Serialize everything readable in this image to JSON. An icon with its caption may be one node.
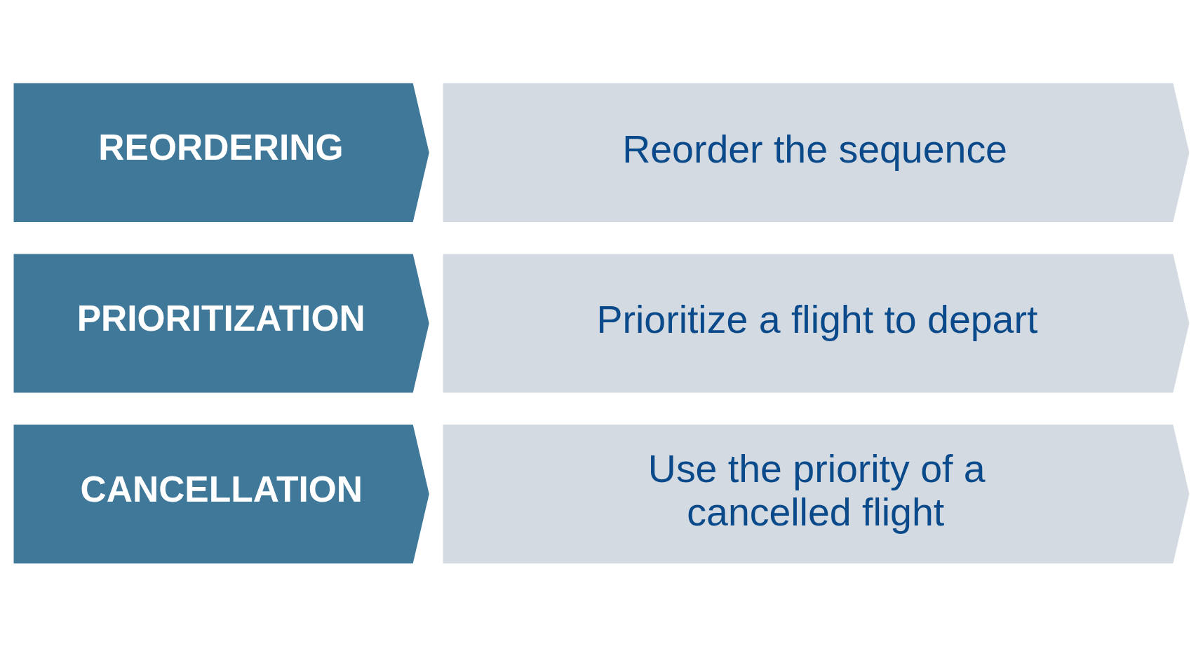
{
  "diagram": {
    "nodes": [
      {
        "text": [
          "REORDERING"
        ]
      },
      {
        "text": [
          "Reorder the sequence"
        ]
      },
      {
        "text": [
          "PRIORITIZATION"
        ]
      },
      {
        "text": [
          "Prioritize a flight to depart"
        ]
      },
      {
        "text": [
          "CANCELLATION"
        ]
      },
      {
        "text": [
          "Use the priority of a cancelled flight"
        ]
      }
    ]
  }
}
